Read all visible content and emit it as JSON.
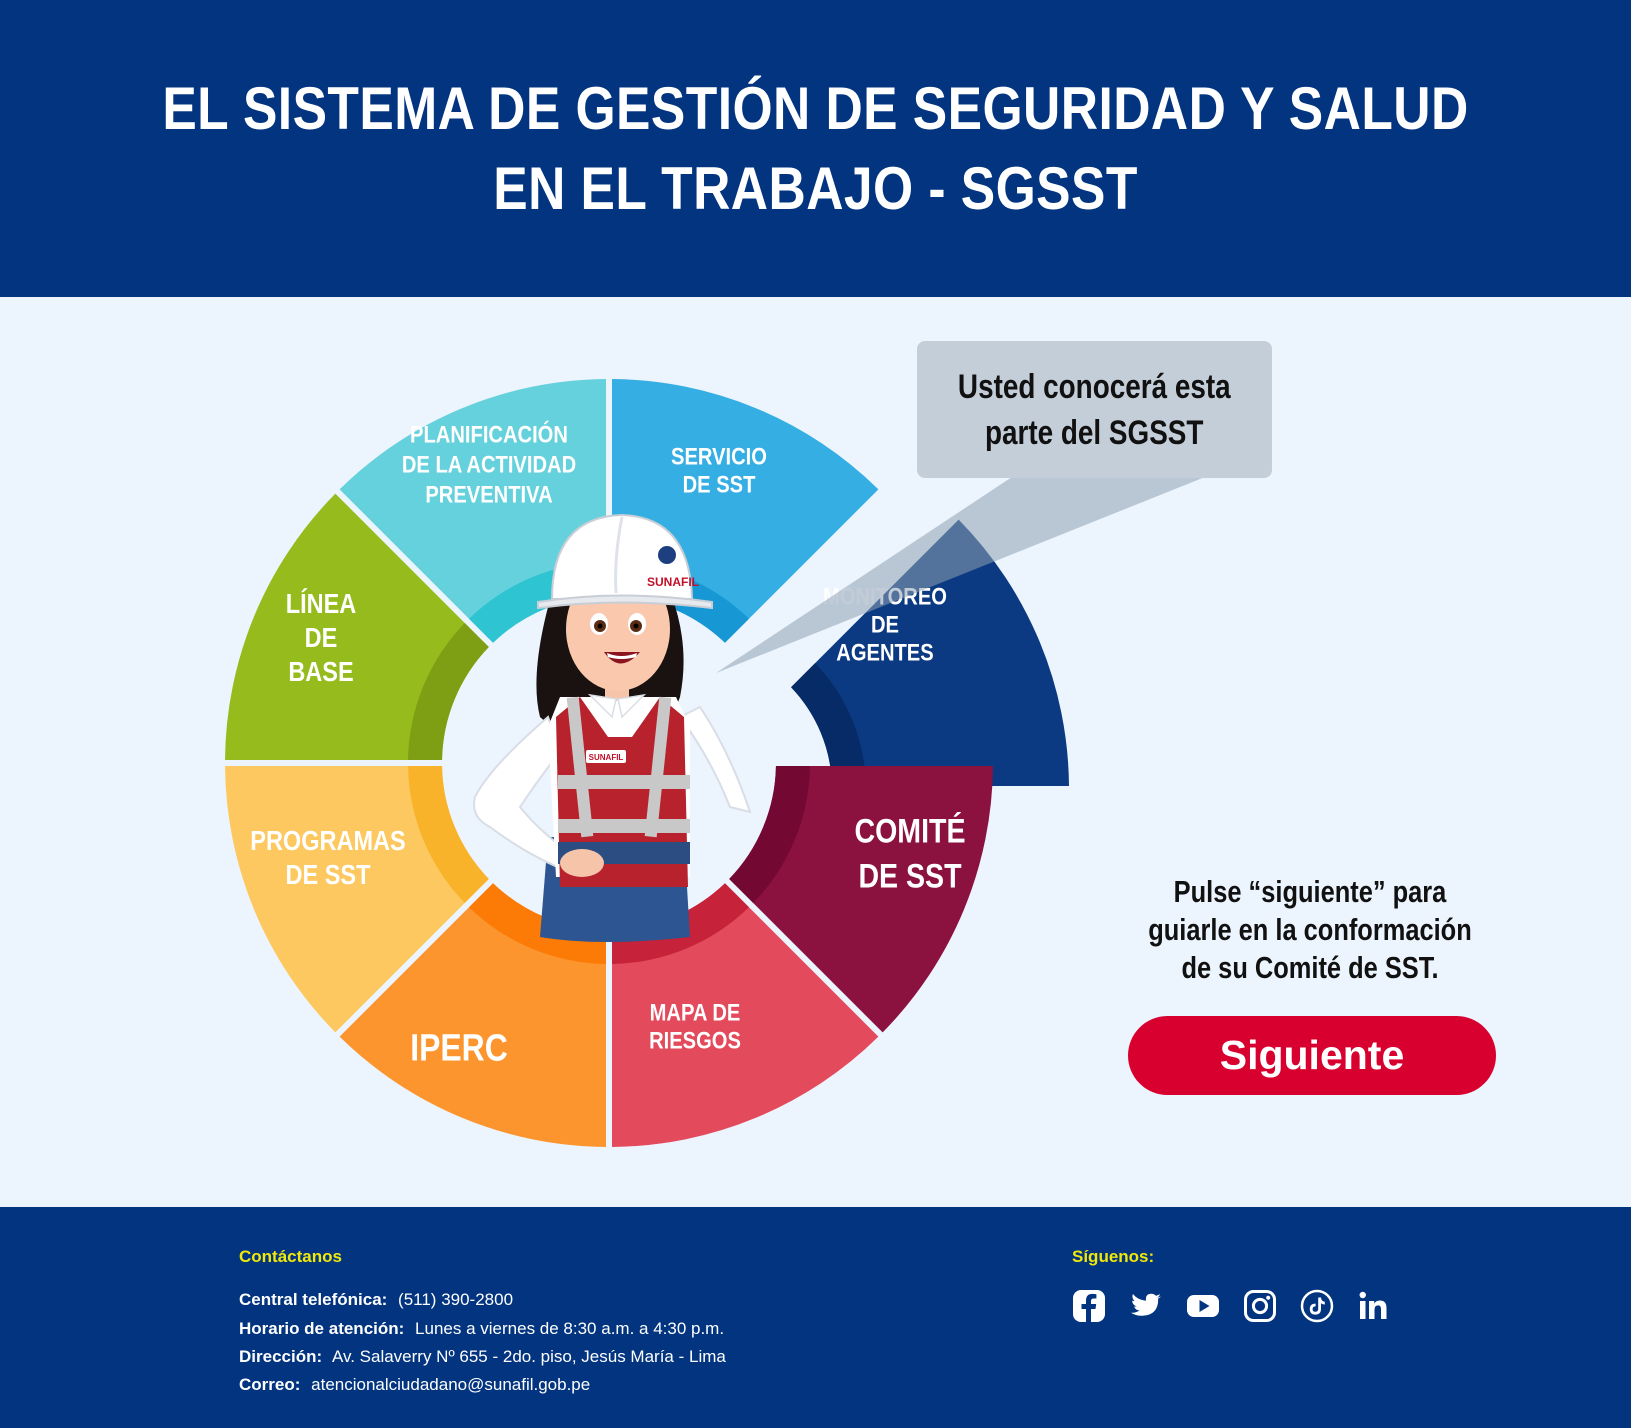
{
  "header": {
    "title_line1": "EL SISTEMA DE  GESTIÓN DE SEGURIDAD Y SALUD",
    "title_line2": "EN EL TRABAJO - SGSST"
  },
  "wheel": {
    "segments": [
      {
        "id": "planificacion",
        "lines": [
          "PLANIFICACIÓN",
          "DE LA ACTIVIDAD",
          "PREVENTIVA"
        ],
        "color": "#95bb1c",
        "inner_color": "#7e9e14"
      },
      {
        "id": "servicio",
        "lines": [
          "SERVICIO",
          "DE SST"
        ],
        "color": "#65d1dc",
        "inner_color": "#2ec4d1"
      },
      {
        "id": "monitoreo",
        "lines": [
          "MONITOREO",
          "DE",
          "AGENTES"
        ],
        "color": "#35aee3",
        "inner_color": "#1797d4"
      },
      {
        "id": "comite",
        "lines": [
          "COMITÉ",
          "DE SST"
        ],
        "color": "#0b3a82",
        "inner_color": "#062b66",
        "highlighted": true
      },
      {
        "id": "mapa",
        "lines": [
          "MAPA DE",
          "RIESGOS"
        ],
        "color": "#8b113f",
        "inner_color": "#730832"
      },
      {
        "id": "iperc",
        "lines": [
          "IPERC"
        ],
        "color": "#e34a5b",
        "inner_color": "#c6223a"
      },
      {
        "id": "programas",
        "lines": [
          "PROGRAMAS",
          "DE SST"
        ],
        "color": "#fc952d",
        "inner_color": "#fb7b06"
      },
      {
        "id": "linea",
        "lines": [
          "LÍNEA",
          "DE",
          "BASE"
        ],
        "color": "#fdc85f",
        "inner_color": "#f8b32a"
      }
    ],
    "character": {
      "helmet_logo": "SUNAFIL",
      "vest_badge": "SUNAFIL"
    }
  },
  "bubble": {
    "line1": "Usted conocerá esta",
    "line2": "parte del SGSST"
  },
  "instruction": {
    "line1": "Pulse “siguiente” para",
    "line2": "guiarle en la conformación",
    "line3": "de su Comité de SST."
  },
  "next_button": {
    "label": "Siguiente"
  },
  "footer": {
    "contact_title": "Contáctanos",
    "phone_label": "Central telefónica:",
    "phone_value": "(511) 390-2800",
    "hours_label": "Horario de atención:",
    "hours_value": "Lunes a viernes de 8:30 a.m. a 4:30 p.m.",
    "address_label": "Dirección:",
    "address_value": "Av. Salaverry Nº 655 - 2do. piso, Jesús María - Lima",
    "email_label": "Correo:",
    "email_value": "atencionalciudadano@sunafil.gob.pe",
    "follow_title": "Síguenos:",
    "social": [
      "facebook-icon",
      "twitter-icon",
      "youtube-icon",
      "instagram-icon",
      "tiktok-icon",
      "linkedin-icon"
    ]
  },
  "colors": {
    "header_bg": "#023480",
    "footer_bg": "#023480",
    "accent_yellow": "#f0e80a",
    "button_red": "#d8002f",
    "bubble_gray": "#c4ced9"
  }
}
